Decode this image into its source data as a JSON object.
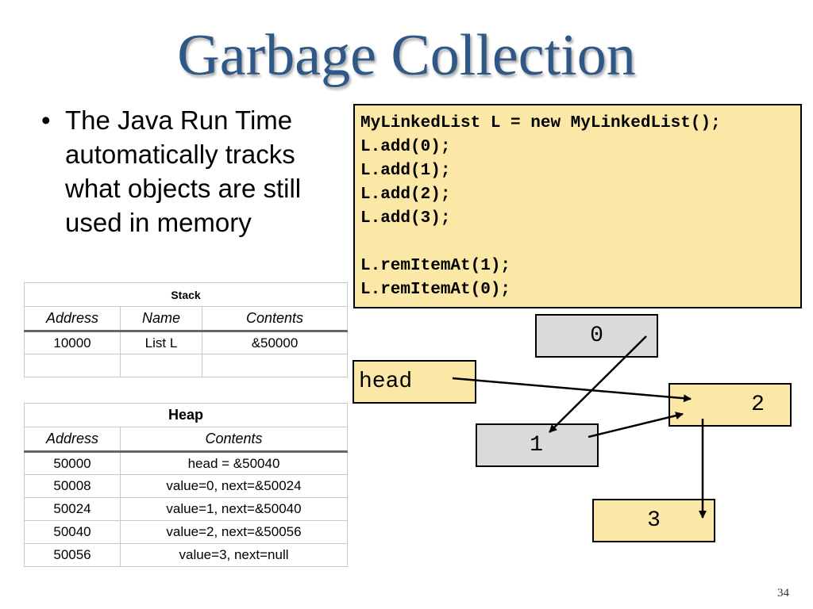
{
  "title": "Garbage Collection",
  "bullet": {
    "marker": "•",
    "text": "The Java Run Time automatically tracks what objects are still used in memory"
  },
  "code": [
    "MyLinkedList L = new MyLinkedList();",
    "L.add(0);",
    "L.add(1);",
    "L.add(2);",
    "L.add(3);",
    "",
    "L.remItemAt(1);",
    "L.remItemAt(0);"
  ],
  "stack": {
    "title": "Stack",
    "headers": [
      "Address",
      "Name",
      "Contents"
    ],
    "rows": [
      [
        "10000",
        "List L",
        "&50000"
      ],
      [
        "",
        "",
        ""
      ]
    ]
  },
  "heap": {
    "title": "Heap",
    "headers": [
      "Address",
      "Contents"
    ],
    "rows": [
      [
        "50000",
        "head = &50040"
      ],
      [
        "50008",
        "value=0, next=&50024"
      ],
      [
        "50024",
        "value=1, next=&50040"
      ],
      [
        "50040",
        "value=2, next=&50056"
      ],
      [
        "50056",
        "value=3, next=null"
      ]
    ]
  },
  "diagram": {
    "head_label": "head",
    "nodes": [
      "0",
      "1",
      "2",
      "3"
    ]
  },
  "colors": {
    "title": "#2f5886",
    "highlight_yellow": "#fbe8a6",
    "removed_gray": "#dadada"
  },
  "page_number": "34"
}
